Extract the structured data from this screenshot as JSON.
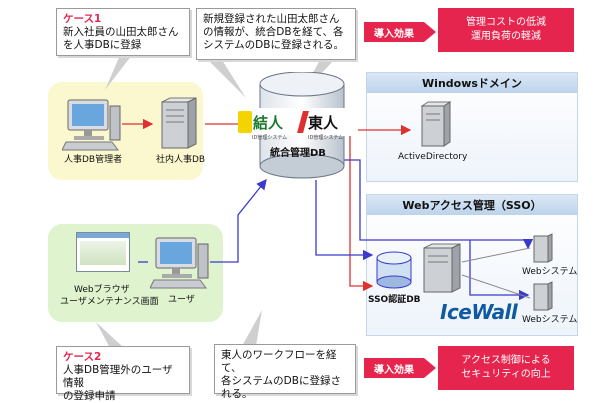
{
  "case1": {
    "title": "ケース1",
    "lines": [
      "新入社員の山田太郎さん",
      "を人事DBに登録"
    ]
  },
  "case2": {
    "title": "ケース2",
    "lines": [
      "人事DB管理外のユーザ情報",
      "の登録申請"
    ]
  },
  "note_top": {
    "lines": [
      "新規登録された山田太郎さん",
      "の情報が、統合DBを経て、各",
      "システムのDBに登録される。"
    ]
  },
  "note_bottom": {
    "lines": [
      "東人のワークフローを経て、",
      "各システムのDBに登録さ",
      "れる。"
    ]
  },
  "effect_top": {
    "tag": "導入効果",
    "lines": [
      "管理コストの低減",
      "運用負荷の軽減"
    ]
  },
  "effect_bottom": {
    "tag": "導入効果",
    "lines": [
      "アクセス制御による",
      "セキュリティの向上"
    ]
  },
  "left_top": {
    "admin_label": "人事DB管理者",
    "db_label": "社内人事DB"
  },
  "left_bottom": {
    "browser_label_lines": [
      "Webブラウザ",
      "ユーザメンテナンス画面"
    ],
    "user_label": "ユーザ"
  },
  "center": {
    "logo_left": "結人",
    "logo_right": "東人",
    "logo_left_sub": "ID管理システム",
    "logo_right_sub": "ID管理システム",
    "db_label": "統合管理DB"
  },
  "windows_panel": {
    "title": "Windowsドメイン",
    "server_label": "ActiveDirectory"
  },
  "web_panel": {
    "title": "Webアクセス管理（SSO）",
    "sso_label": "SSO認証DB",
    "brand": "IceWall",
    "system1": "Webシステム",
    "system2": "Webシステム"
  },
  "colors": {
    "accent_pink": "#e6254e",
    "arrow_red": "#e03030",
    "arrow_blue": "#3a3acc",
    "panel_blue": "#cfe1f5",
    "green_zone": "#e0f3cf",
    "yellow_zone": "#fbf8cf"
  }
}
